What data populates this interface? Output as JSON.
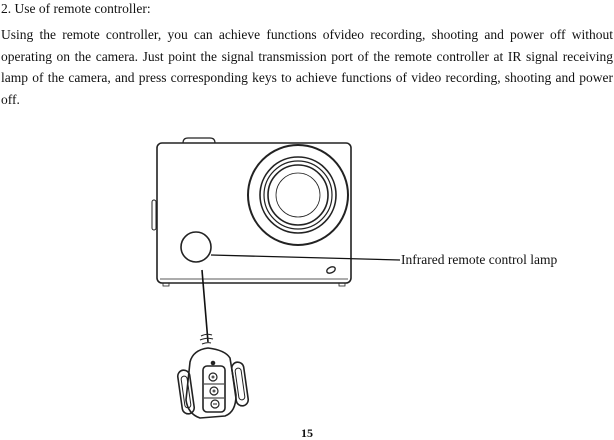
{
  "section": {
    "heading": "2. Use of remote controller:",
    "paragraph": "Using the remote controller, you can achieve functions ofvideo recording, shooting and power off without operating on the camera. Just point the signal transmission port of the remote controller at IR signal receiving lamp of the camera, and press corresponding keys to achieve functions of video recording, shooting and power off."
  },
  "figure": {
    "callout_label": "Infrared remote control lamp",
    "camera_icon": "action-camera-front",
    "remote_icon": "wrist-remote-controller"
  },
  "footer": {
    "page_number": "15"
  }
}
